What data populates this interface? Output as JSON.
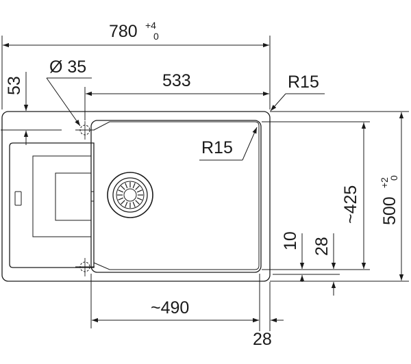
{
  "dimensions": {
    "overall_width": {
      "value": "780",
      "tol_upper": "+4",
      "tol_lower": "0"
    },
    "tap_hole_diameter": "Ø 35",
    "tap_hole_offset": "53",
    "bowl_width": "533",
    "outer_corner_radius": "R15",
    "inner_corner_radius": "R15",
    "bowl_depth": "~425",
    "overall_depth": {
      "value": "500",
      "tol_upper": "+2",
      "tol_lower": "0"
    },
    "bottom_rim_10": "10",
    "bottom_rim_28": "28",
    "drainer_width": "~490",
    "right_rim_28": "28"
  },
  "colors": {
    "line": "#1a1a1a",
    "background": "#ffffff"
  }
}
